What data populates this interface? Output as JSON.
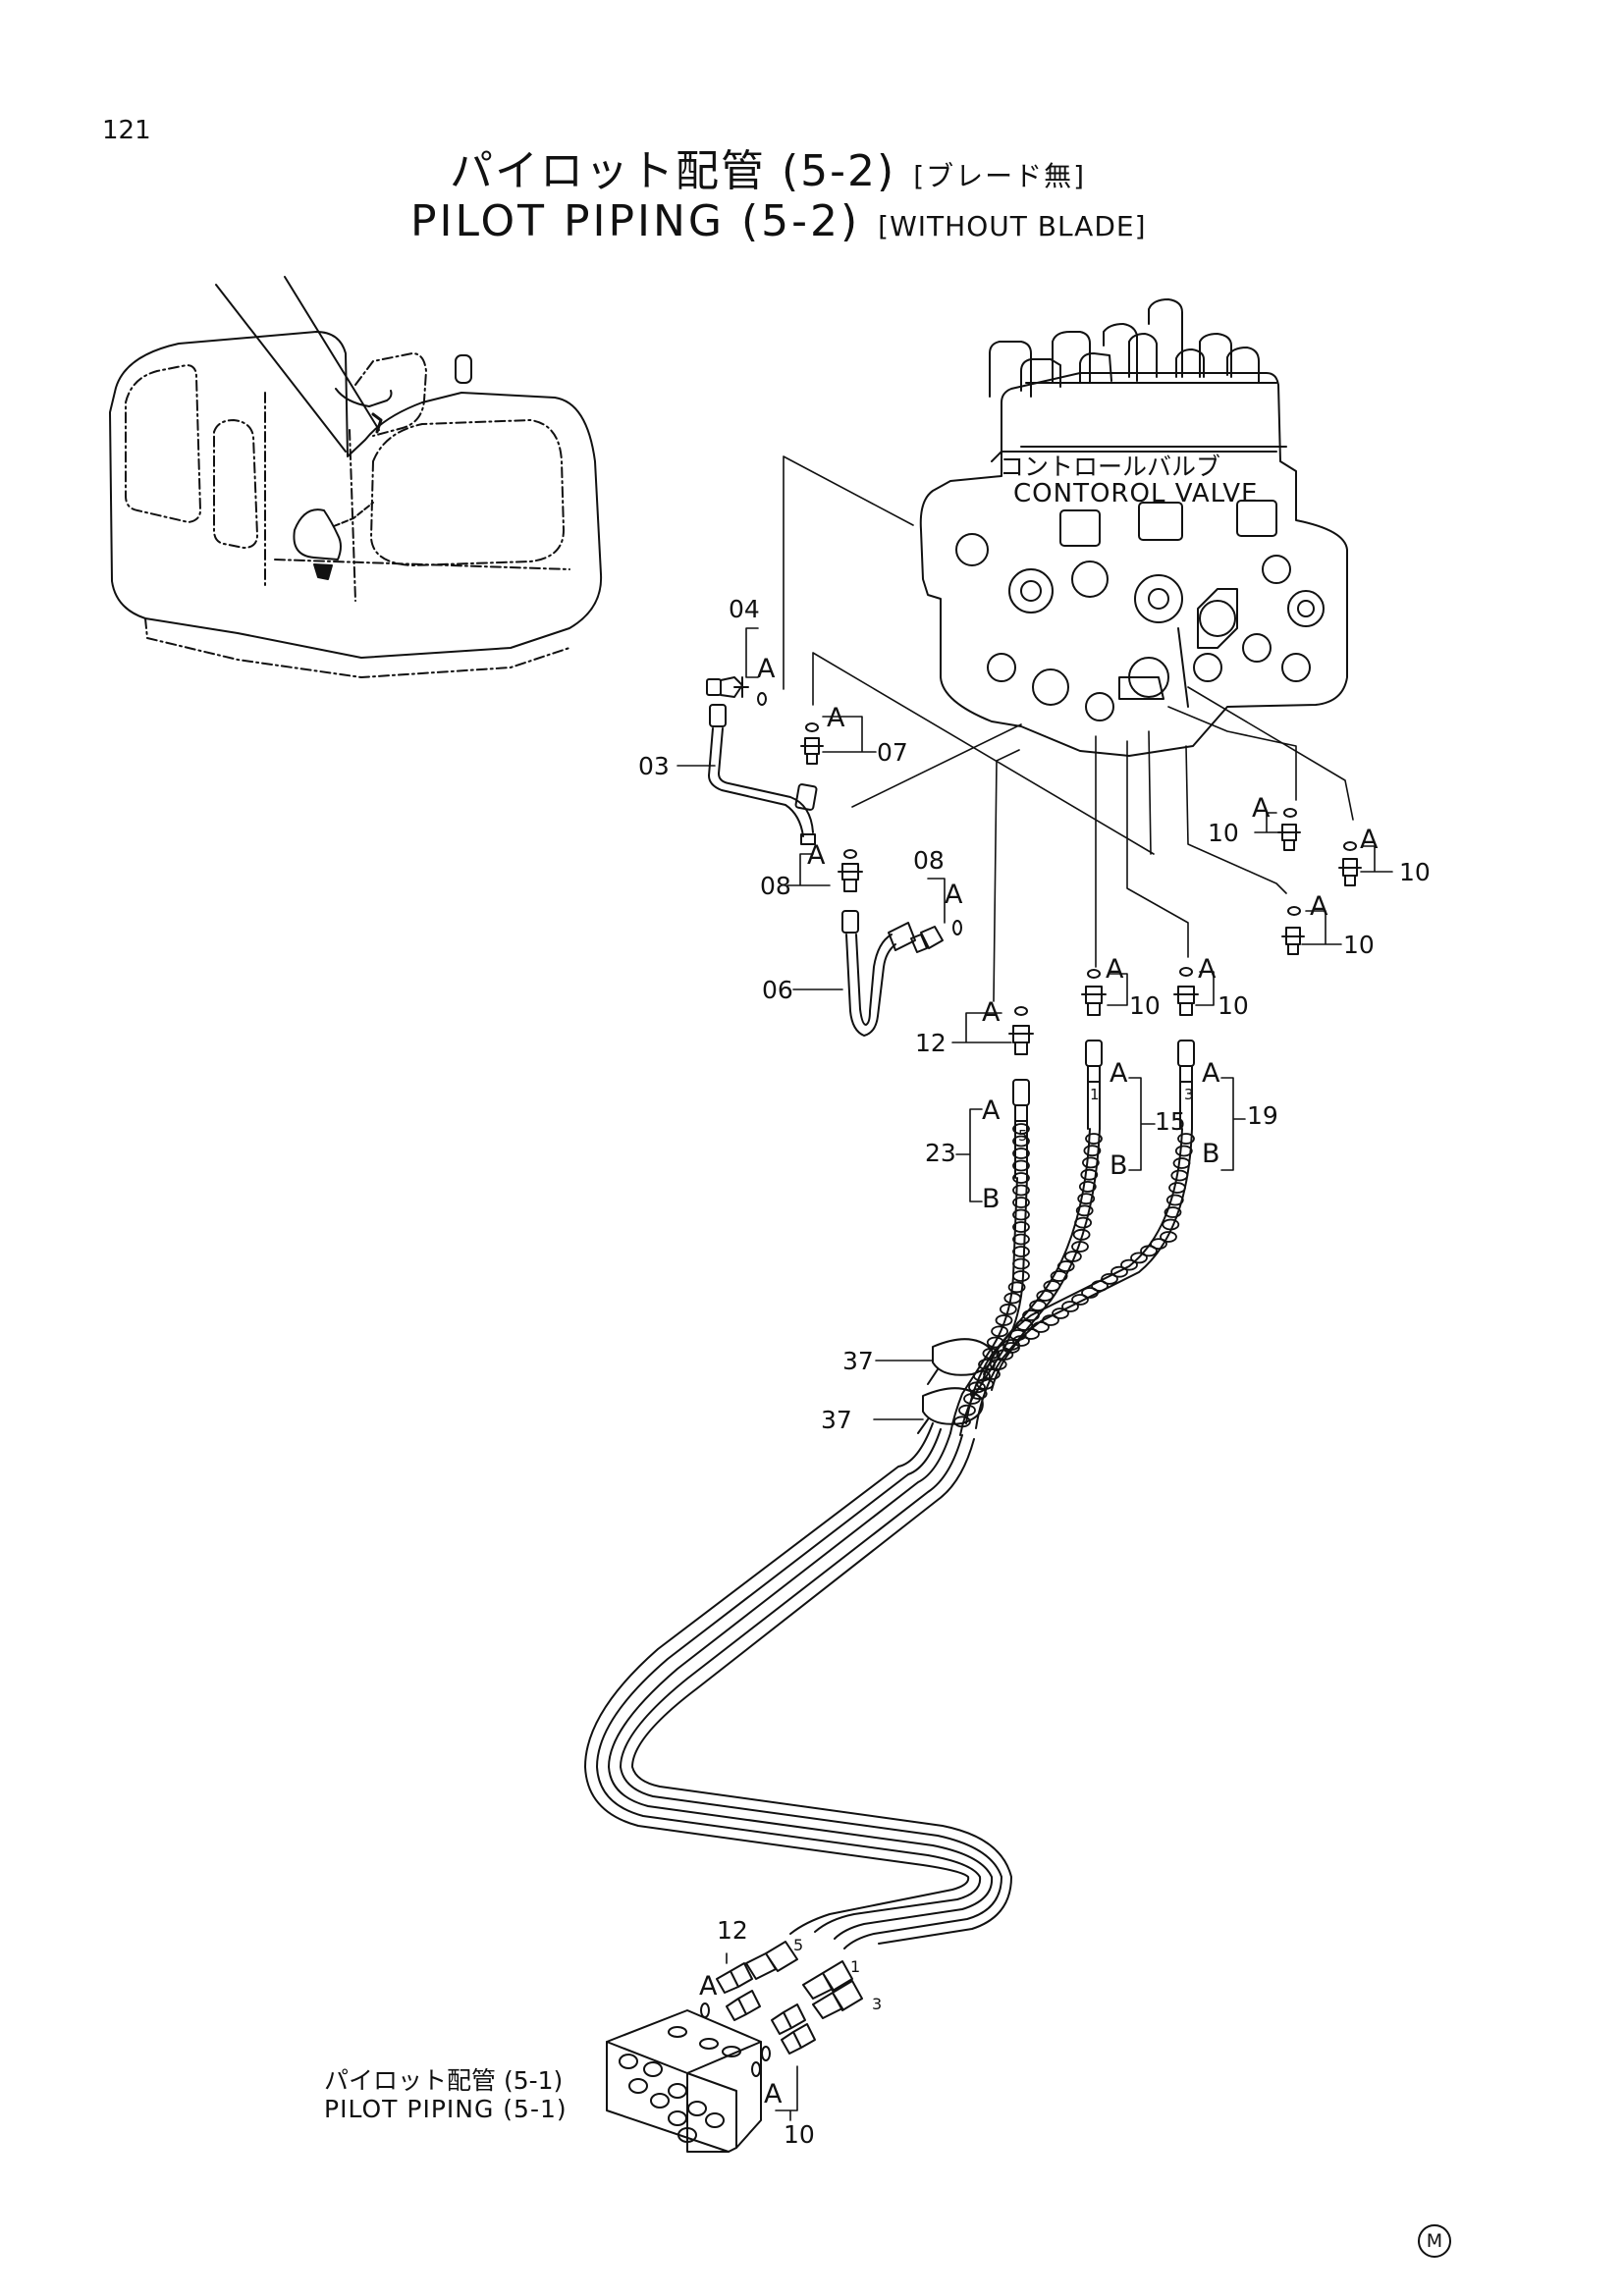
{
  "page_number": "121",
  "title": {
    "japanese": "パイロット配管 (5-2)",
    "japanese_note": "[ブレード無]",
    "english": "PILOT PIPING (5-2)",
    "english_note": "[WITHOUT BLADE]"
  },
  "control_valve": {
    "label_japanese": "コントロールバルブ",
    "label_english": "CONTOROL VALVE"
  },
  "bottom_block": {
    "label_japanese": "パイロット配管 (5-1)",
    "label_english": "PILOT PIPING (5-1)"
  },
  "callouts": {
    "p04": "04",
    "p03": "03",
    "p07": "07",
    "p08a": "08",
    "p08b": "08",
    "p06": "06",
    "p10a": "10",
    "p10b": "10",
    "p10c": "10",
    "p10d": "10",
    "p10e": "10",
    "p12": "12",
    "p15": "15",
    "p19": "19",
    "p23": "23",
    "p37a": "37",
    "p37b": "37",
    "p12b": "12",
    "p10f": "10"
  },
  "letters": {
    "a04": "A",
    "a07": "A",
    "a08a": "A",
    "a08b": "A",
    "a10a": "A",
    "a10b": "A",
    "a10c": "A",
    "a10d": "A",
    "a10e": "A",
    "a12": "A",
    "a15": "A",
    "b15": "B",
    "a19": "A",
    "b19": "B",
    "a23": "A",
    "b23": "B",
    "a12b": "A",
    "a10f": "A"
  },
  "hose_marks": {
    "h1": "1",
    "h3": "3",
    "h5": "5",
    "e5": "5",
    "e1": "1",
    "e3": "3"
  },
  "corner_mark": "M"
}
